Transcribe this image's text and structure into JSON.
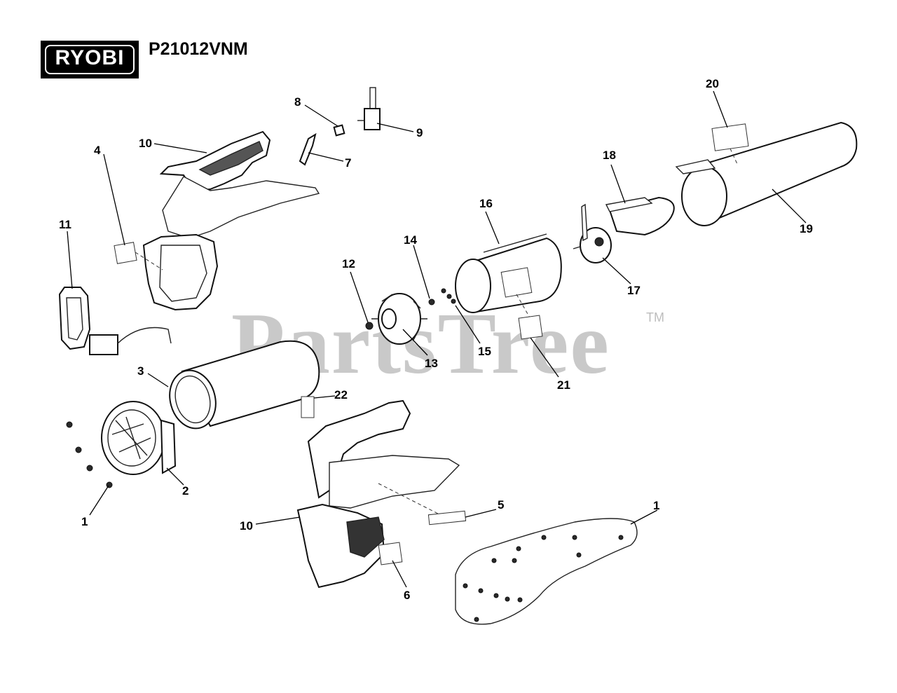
{
  "header": {
    "brand": "RYOBI",
    "model": "P21012VNM"
  },
  "watermark": {
    "text": "PartsTree",
    "tm": "TM"
  },
  "callouts": {
    "c1a": "1",
    "c1b": "1",
    "c2": "2",
    "c3": "3",
    "c4": "4",
    "c5": "5",
    "c6": "6",
    "c7": "7",
    "c8": "8",
    "c9": "9",
    "c10a": "10",
    "c10b": "10",
    "c11": "11",
    "c12": "12",
    "c13": "13",
    "c14": "14",
    "c15": "15",
    "c16": "16",
    "c17": "17",
    "c18": "18",
    "c19": "19",
    "c20": "20",
    "c21": "21",
    "c22": "22"
  }
}
